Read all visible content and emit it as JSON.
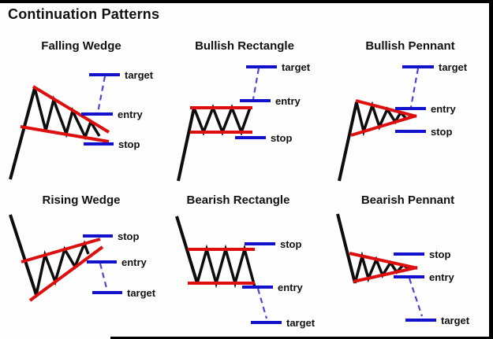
{
  "title": "Continuation Patterns",
  "colors": {
    "background": "#fefefe",
    "border": "#000000",
    "price_line": "#0d0d0d",
    "trendline": "#dd0e0e",
    "level_line": "#1212cc",
    "projection_line": "#4848d4",
    "text": "#111111"
  },
  "panels": [
    {
      "id": "falling-wedge",
      "heading": "Falling Wedge",
      "labels": {
        "top": "target",
        "middle": "entry",
        "bottom": "stop"
      }
    },
    {
      "id": "bullish-rectangle",
      "heading": "Bullish Rectangle",
      "labels": {
        "top": "target",
        "middle": "entry",
        "bottom": "stop"
      }
    },
    {
      "id": "bullish-pennant",
      "heading": "Bullish Pennant",
      "labels": {
        "top": "target",
        "middle": "entry",
        "bottom": "stop"
      }
    },
    {
      "id": "rising-wedge",
      "heading": "Rising Wedge",
      "labels": {
        "top": "stop",
        "middle": "entry",
        "bottom": "target"
      }
    },
    {
      "id": "bearish-rectangle",
      "heading": "Bearish Rectangle",
      "labels": {
        "top": "stop",
        "middle": "entry",
        "bottom": "target"
      }
    },
    {
      "id": "bearish-pennant",
      "heading": "Bearish Pennant",
      "labels": {
        "top": "stop",
        "middle": "entry",
        "bottom": "target"
      }
    }
  ]
}
